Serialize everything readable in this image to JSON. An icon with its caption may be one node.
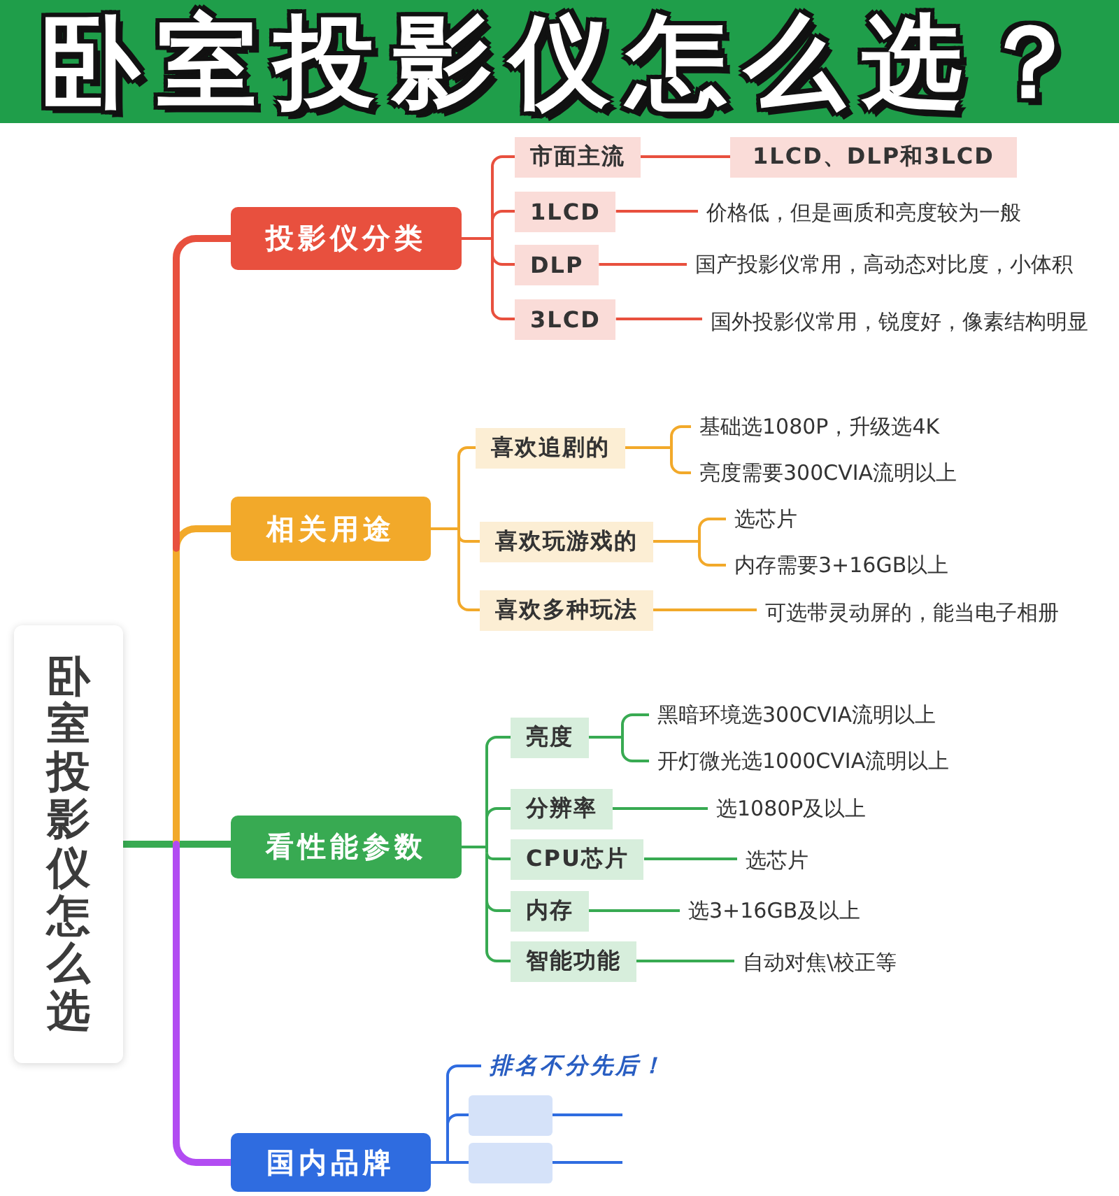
{
  "diagram": {
    "title": "卧室投影仪怎么选？",
    "nodes": [
      {
        "text": [
          "卧室投影仪怎么选"
        ]
      },
      {
        "text": [
          "投影仪分类"
        ]
      },
      {
        "text": [
          "市面主流"
        ]
      },
      {
        "text": [
          "1LCD、DLP和3LCD"
        ]
      },
      {
        "text": [
          "1LCD"
        ]
      },
      {
        "text": [
          "价格低，但是画质和亮度较为一般"
        ]
      },
      {
        "text": [
          "DLP"
        ]
      },
      {
        "text": [
          "国产投影仪常用，高动态对比度，小体积"
        ]
      },
      {
        "text": [
          "3LCD"
        ]
      },
      {
        "text": [
          "国外投影仪常用，锐度好，像素结构明显"
        ]
      },
      {
        "text": [
          "相关用途"
        ]
      },
      {
        "text": [
          "喜欢追剧的"
        ]
      },
      {
        "text": [
          "基础选1080P，升级选4K"
        ]
      },
      {
        "text": [
          "亮度需要300CVIA流明以上"
        ]
      },
      {
        "text": [
          "喜欢玩游戏的"
        ]
      },
      {
        "text": [
          "选芯片"
        ]
      },
      {
        "text": [
          "内存需要3+16GB以上"
        ]
      },
      {
        "text": [
          "喜欢多种玩法"
        ]
      },
      {
        "text": [
          "可选带灵动屏的，能当电子相册"
        ]
      },
      {
        "text": [
          "看性能参数"
        ]
      },
      {
        "text": [
          "亮度"
        ]
      },
      {
        "text": [
          "黑暗环境选300CVIA流明以上"
        ]
      },
      {
        "text": [
          "开灯微光选1000CVIA流明以上"
        ]
      },
      {
        "text": [
          "分辨率"
        ]
      },
      {
        "text": [
          "选1080P及以上"
        ]
      },
      {
        "text": [
          "CPU芯片"
        ]
      },
      {
        "text": [
          "选芯片"
        ]
      },
      {
        "text": [
          "内存"
        ]
      },
      {
        "text": [
          "选3+16GB及以上"
        ]
      },
      {
        "text": [
          "智能功能"
        ]
      },
      {
        "text": [
          "自动对焦\\校正等"
        ]
      },
      {
        "text": [
          "国内品牌"
        ]
      },
      {
        "text": [
          "排名不分先后！"
        ]
      },
      {
        "text": [],
        "shape": "box"
      },
      {
        "text": [],
        "shape": "box"
      }
    ],
    "edges": [
      {
        "from": 0,
        "to": 1,
        "arrow": "none",
        "style": "thick",
        "color": "#e8503e"
      },
      {
        "from": 1,
        "to": 2,
        "arrow": "none",
        "color": "#e8503e"
      },
      {
        "from": 2,
        "to": 3,
        "arrow": "none",
        "color": "#e8503e"
      },
      {
        "from": 1,
        "to": 4,
        "arrow": "none",
        "color": "#e8503e"
      },
      {
        "from": 4,
        "to": 5,
        "arrow": "none",
        "color": "#e8503e"
      },
      {
        "from": 1,
        "to": 6,
        "arrow": "none",
        "color": "#e8503e"
      },
      {
        "from": 6,
        "to": 7,
        "arrow": "none",
        "color": "#e8503e"
      },
      {
        "from": 1,
        "to": 8,
        "arrow": "none",
        "color": "#e8503e"
      },
      {
        "from": 8,
        "to": 9,
        "arrow": "none",
        "color": "#e8503e"
      },
      {
        "from": 0,
        "to": 10,
        "arrow": "none",
        "style": "thick",
        "color": "#f2a92a"
      },
      {
        "from": 10,
        "to": 11,
        "arrow": "none",
        "color": "#f2a92a"
      },
      {
        "from": 11,
        "to": 12,
        "arrow": "none",
        "color": "#f2a92a"
      },
      {
        "from": 11,
        "to": 13,
        "arrow": "none",
        "color": "#f2a92a"
      },
      {
        "from": 10,
        "to": 14,
        "arrow": "none",
        "color": "#f2a92a"
      },
      {
        "from": 14,
        "to": 15,
        "arrow": "none",
        "color": "#f2a92a"
      },
      {
        "from": 14,
        "to": 16,
        "arrow": "none",
        "color": "#f2a92a"
      },
      {
        "from": 10,
        "to": 17,
        "arrow": "none",
        "color": "#f2a92a"
      },
      {
        "from": 17,
        "to": 18,
        "arrow": "none",
        "color": "#f2a92a"
      },
      {
        "from": 0,
        "to": 19,
        "arrow": "none",
        "style": "thick"
      },
      {
        "from": 19,
        "to": 20,
        "arrow": "none"
      },
      {
        "from": 20,
        "to": 21,
        "arrow": "none"
      },
      {
        "from": 20,
        "to": 22,
        "arrow": "none"
      },
      {
        "from": 19,
        "to": 23,
        "arrow": "none"
      },
      {
        "from": 23,
        "to": 24,
        "arrow": "none"
      },
      {
        "from": 19,
        "to": 25,
        "arrow": "none"
      },
      {
        "from": 25,
        "to": 26,
        "arrow": "none"
      },
      {
        "from": 19,
        "to": 27,
        "arrow": "none"
      },
      {
        "from": 27,
        "to": 28,
        "arrow": "none"
      },
      {
        "from": 19,
        "to": 29,
        "arrow": "none"
      },
      {
        "from": 29,
        "to": 30,
        "arrow": "none"
      },
      {
        "from": 0,
        "to": 31,
        "arrow": "none",
        "style": "thick",
        "color": "#b24cf2"
      },
      {
        "from": 31,
        "to": 32,
        "arrow": "none",
        "color": "#2f6ce0"
      },
      {
        "from": 31,
        "to": 33,
        "arrow": "none",
        "color": "#2f6ce0"
      },
      {
        "from": 31,
        "to": 34,
        "arrow": "none",
        "color": "#2f6ce0"
      },
      {
        "from": 33,
        "to": null,
        "arrow": "none",
        "color": "#2f6ce0"
      },
      {
        "from": 34,
        "to": null,
        "arrow": "none",
        "color": "#2f6ce0"
      }
    ]
  }
}
